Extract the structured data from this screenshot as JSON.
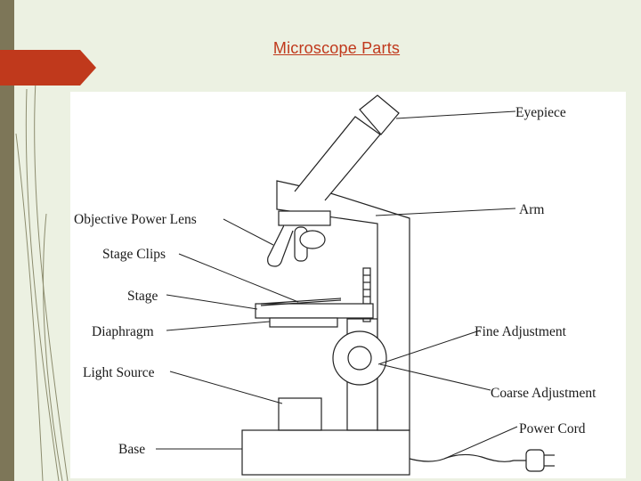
{
  "slide": {
    "title": "Microscope Parts"
  },
  "diagram": {
    "labels": {
      "eyepiece": "Eyepiece",
      "arm": "Arm",
      "objective": "Objective Power Lens",
      "stage_clips": "Stage Clips",
      "stage": "Stage",
      "diaphragm": "Diaphragm",
      "fine_adjustment": "Fine Adjustment",
      "light_source": "Light Source",
      "coarse_adjustment": "Coarse Adjustment",
      "power_cord": "Power Cord",
      "base": "Base"
    }
  },
  "colors": {
    "background": "#ecf1e2",
    "accent_tab": "#c0391c",
    "side_bar": "#7d7658",
    "title": "#c0391c"
  }
}
